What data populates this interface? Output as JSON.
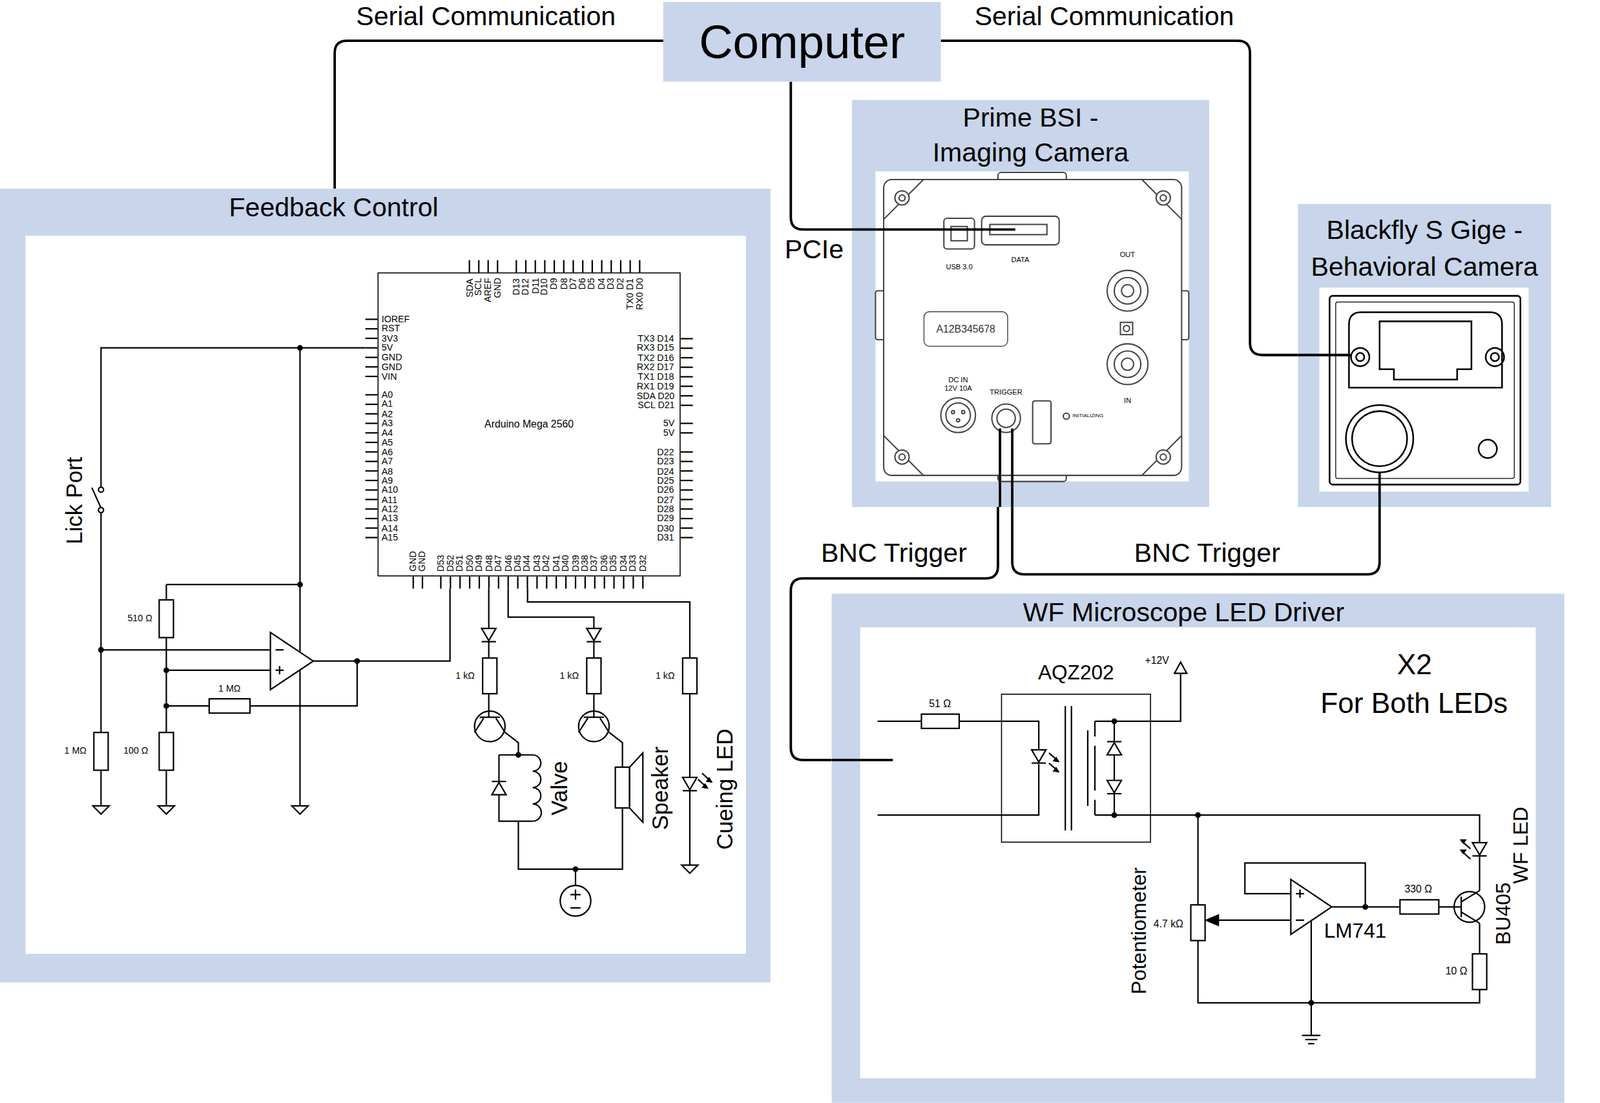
{
  "diagram": {
    "nodes": [
      {
        "text": [
          "Computer"
        ]
      },
      {
        "text": [
          "Feedback Control"
        ]
      },
      {
        "text": [
          "Arduino Mega 2560"
        ],
        "in": 1
      },
      {
        "text": [
          "Prime BSI - Imaging Camera"
        ]
      },
      {
        "text": [
          "A12B345678"
        ],
        "in": 3
      },
      {
        "text": [
          "Blackfly S Gige - Behavioral Camera"
        ]
      },
      {
        "text": [
          "WF Microscope LED Driver"
        ]
      },
      {
        "text": [
          "AQZ202"
        ],
        "in": 6
      }
    ],
    "edges": [
      {
        "from": 0,
        "to": 1,
        "label": "Serial Communication",
        "arrow": "none"
      },
      {
        "from": 0,
        "to": 5,
        "label": "Serial Communication",
        "arrow": "none"
      },
      {
        "from": 0,
        "to": 3,
        "label": "PCIe",
        "arrow": "none"
      },
      {
        "from": 3,
        "to": 6,
        "label": "BNC Trigger",
        "arrow": "none"
      },
      {
        "from": 3,
        "to": 5,
        "label": "BNC Trigger",
        "arrow": "none"
      }
    ],
    "labels": [
      "Lick Port",
      "510 Ω",
      "1 MΩ",
      "1 MΩ",
      "100 Ω",
      "1 kΩ",
      "1 kΩ",
      "1 kΩ",
      "Valve",
      "Speaker",
      "Cueing LED",
      "USB 3.0",
      "DATA",
      "OUT",
      "IN",
      "DC IN 12V 10A",
      "TRIGGER",
      "INITIALIZING",
      "+12V",
      "51 Ω",
      "X2",
      "For Both LEDs",
      "Potentiometer",
      "4.7 kΩ",
      "LM741",
      "330 Ω",
      "BU405",
      "WF LED",
      "10 Ω",
      "IOREF",
      "RST",
      "3V3",
      "5V",
      "GND",
      "GND",
      "VIN",
      "A0",
      "A1",
      "A2",
      "A3",
      "A4",
      "A5",
      "A6",
      "A7",
      "A8",
      "A9",
      "A10",
      "A11",
      "A12",
      "A13",
      "A14",
      "A15",
      "TX3 D14",
      "RX3 D15",
      "TX2 D16",
      "RX2 D17",
      "TX1 D18",
      "RX1 D19",
      "SDA D20",
      "SCL D21",
      "5V",
      "5V",
      "D22",
      "D23",
      "D24",
      "D25",
      "D26",
      "D27",
      "D28",
      "D29",
      "D30",
      "D31",
      "SDA",
      "SCL",
      "AREF",
      "GND",
      "D13",
      "D12",
      "D11",
      "D10",
      "D9",
      "D8",
      "D7",
      "D6",
      "D5",
      "D4",
      "D3",
      "D2",
      "TX0 D1",
      "RX0 D0",
      "GND",
      "GND",
      "D53",
      "D52",
      "D51",
      "D50",
      "D49",
      "D48",
      "D47",
      "D46",
      "D45",
      "D44",
      "D43",
      "D42",
      "D41",
      "D40",
      "D39",
      "D38",
      "D37",
      "D36",
      "D35",
      "D34",
      "D33",
      "D32"
    ]
  }
}
